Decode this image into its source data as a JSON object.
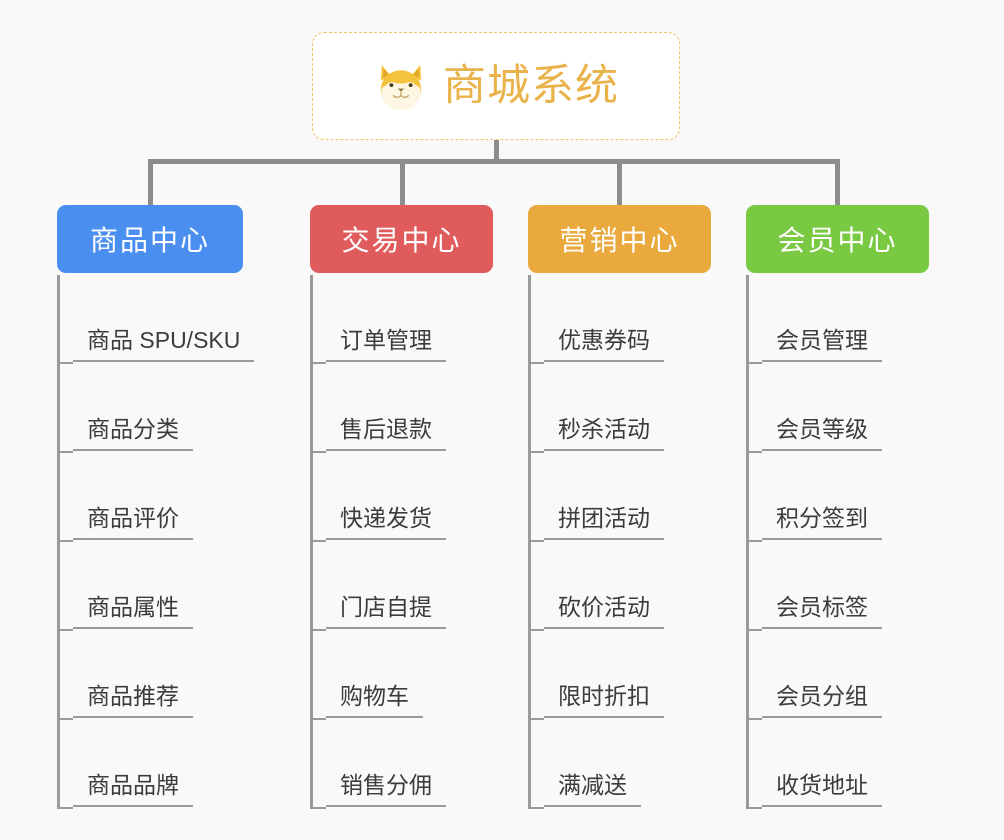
{
  "page": {
    "background_color": "#f9f9fa",
    "line_color": "#8d8d8d",
    "spine_color": "#9a9a9a"
  },
  "root": {
    "title": "商城系统",
    "logo_icon": "shiba-dog-face-icon",
    "title_color": "#e9b24b",
    "border_color": "#eec36a",
    "fill_color": "#ffffff"
  },
  "columns": [
    {
      "label": "商品中心",
      "color": "#4a8ef0",
      "items": [
        "商品 SPU/SKU",
        "商品分类",
        "商品评价",
        "商品属性",
        "商品推荐",
        "商品品牌"
      ]
    },
    {
      "label": "交易中心",
      "color": "#e05c5c",
      "items": [
        "订单管理",
        "售后退款",
        "快递发货",
        "门店自提",
        "购物车",
        "销售分佣"
      ]
    },
    {
      "label": "营销中心",
      "color": "#e9a93c",
      "items": [
        "优惠券码",
        "秒杀活动",
        "拼团活动",
        "砍价活动",
        "限时折扣",
        "满减送"
      ]
    },
    {
      "label": "会员中心",
      "color": "#7ac943",
      "items": [
        "会员管理",
        "会员等级",
        "积分签到",
        "会员标签",
        "会员分组",
        "收货地址"
      ]
    }
  ]
}
